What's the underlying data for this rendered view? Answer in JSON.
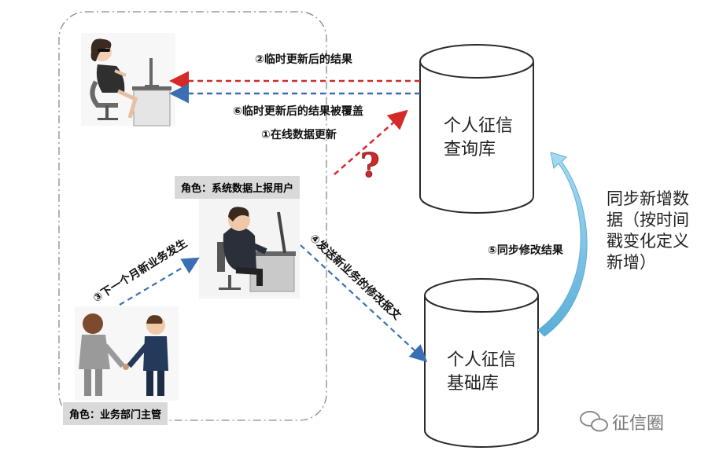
{
  "roles": {
    "reporter": "角色：系统数据上报用户",
    "manager": "角色：业务部门主管"
  },
  "arrows": {
    "step1": "①在线数据更新",
    "step2": "②临时更新后的结果",
    "step3": "③下一个月新业务发生",
    "step4": "④发送新业务的修改报文",
    "step5": "⑤同步修改结果",
    "step6": "⑥临时更新后的结果被覆盖",
    "question": "?"
  },
  "databases": {
    "query_db": {
      "line1": "个人征信",
      "line2": "查询库"
    },
    "base_db": {
      "line1": "个人征信",
      "line2": "基础库"
    }
  },
  "side_note": "同步新增数据（按时间戳变化定义新增）",
  "watermark": "征信圈",
  "colors": {
    "red_arrow": "#d42a2a",
    "blue_arrow": "#3a6fb4",
    "sync_arrow": "#7cc3e6",
    "role_bg": "#d9d9d9"
  }
}
